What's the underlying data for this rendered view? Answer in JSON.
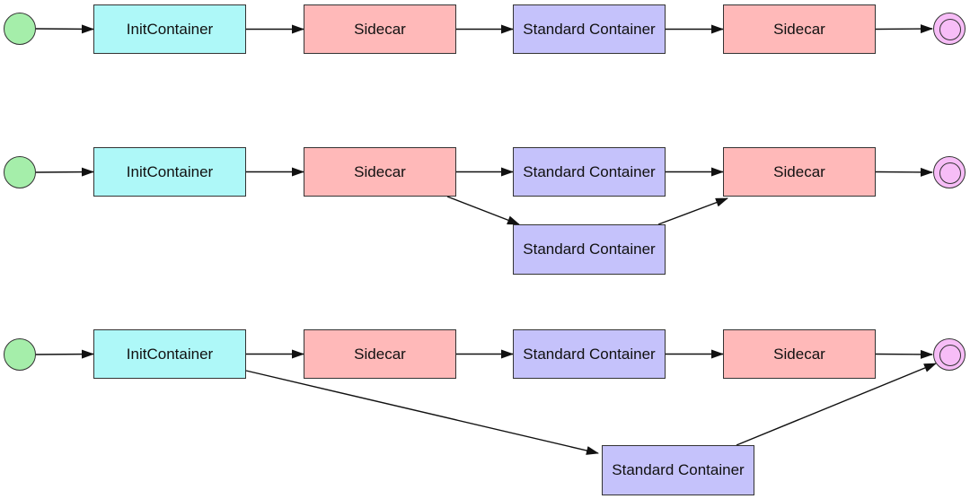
{
  "colors": {
    "init": "#aef8f8",
    "sidecar": "#ffb9b9",
    "standard": "#c5c2fb",
    "start": "#a5eeaa",
    "end": "#f7bdf7",
    "edge": "#111111"
  },
  "rows": [
    {
      "nodes": [
        {
          "id": "init",
          "kind": "init",
          "label": "InitContainer"
        },
        {
          "id": "sidecar1",
          "kind": "sidecar",
          "label": "Sidecar"
        },
        {
          "id": "standard1",
          "kind": "standard",
          "label": "Standard Container"
        },
        {
          "id": "sidecar2",
          "kind": "sidecar",
          "label": "Sidecar"
        }
      ],
      "edges": [
        [
          "start",
          "init"
        ],
        [
          "init",
          "sidecar1"
        ],
        [
          "sidecar1",
          "standard1"
        ],
        [
          "standard1",
          "sidecar2"
        ],
        [
          "sidecar2",
          "end"
        ]
      ]
    },
    {
      "nodes": [
        {
          "id": "init",
          "kind": "init",
          "label": "InitContainer"
        },
        {
          "id": "sidecar1",
          "kind": "sidecar",
          "label": "Sidecar"
        },
        {
          "id": "standard1",
          "kind": "standard",
          "label": "Standard Container"
        },
        {
          "id": "standard2",
          "kind": "standard",
          "label": "Standard Container"
        },
        {
          "id": "sidecar2",
          "kind": "sidecar",
          "label": "Sidecar"
        }
      ],
      "edges": [
        [
          "start",
          "init"
        ],
        [
          "init",
          "sidecar1"
        ],
        [
          "sidecar1",
          "standard1"
        ],
        [
          "sidecar1",
          "standard2"
        ],
        [
          "standard1",
          "sidecar2"
        ],
        [
          "standard2",
          "sidecar2"
        ],
        [
          "sidecar2",
          "end"
        ]
      ]
    },
    {
      "nodes": [
        {
          "id": "init",
          "kind": "init",
          "label": "InitContainer"
        },
        {
          "id": "sidecar1",
          "kind": "sidecar",
          "label": "Sidecar"
        },
        {
          "id": "standard1",
          "kind": "standard",
          "label": "Standard Container"
        },
        {
          "id": "sidecar2",
          "kind": "sidecar",
          "label": "Sidecar"
        },
        {
          "id": "standard2",
          "kind": "standard",
          "label": "Standard Container"
        }
      ],
      "edges": [
        [
          "start",
          "init"
        ],
        [
          "init",
          "sidecar1"
        ],
        [
          "sidecar1",
          "standard1"
        ],
        [
          "standard1",
          "sidecar2"
        ],
        [
          "sidecar2",
          "end"
        ],
        [
          "init",
          "standard2"
        ],
        [
          "standard2",
          "end"
        ]
      ]
    }
  ]
}
